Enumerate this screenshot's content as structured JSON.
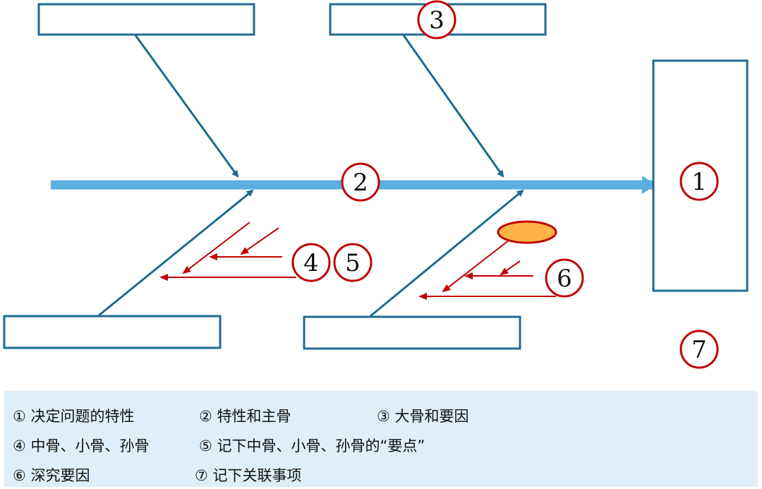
{
  "markers": {
    "m1": "1",
    "m2": "2",
    "m3": "3",
    "m4": "4",
    "m5": "5",
    "m6": "6",
    "m7": "7"
  },
  "legend": {
    "item1": "① 决定问题的特性",
    "item2": "② 特性和主骨",
    "item3": "③ 大骨和要因",
    "item4": "④ 中骨、小骨、孙骨",
    "item5": "⑤ 记下中骨、小骨、孙骨的“要点”",
    "item6": "⑥ 深究要因",
    "item7": "⑦ 记下关联事项"
  },
  "colors": {
    "spine": "#5aaee0",
    "bone": "#1f6a93",
    "sub_bone": "#c00000",
    "marker_ring": "#c00000",
    "ellipse_fill": "#ffb347",
    "legend_bg": "#dfeef8"
  }
}
